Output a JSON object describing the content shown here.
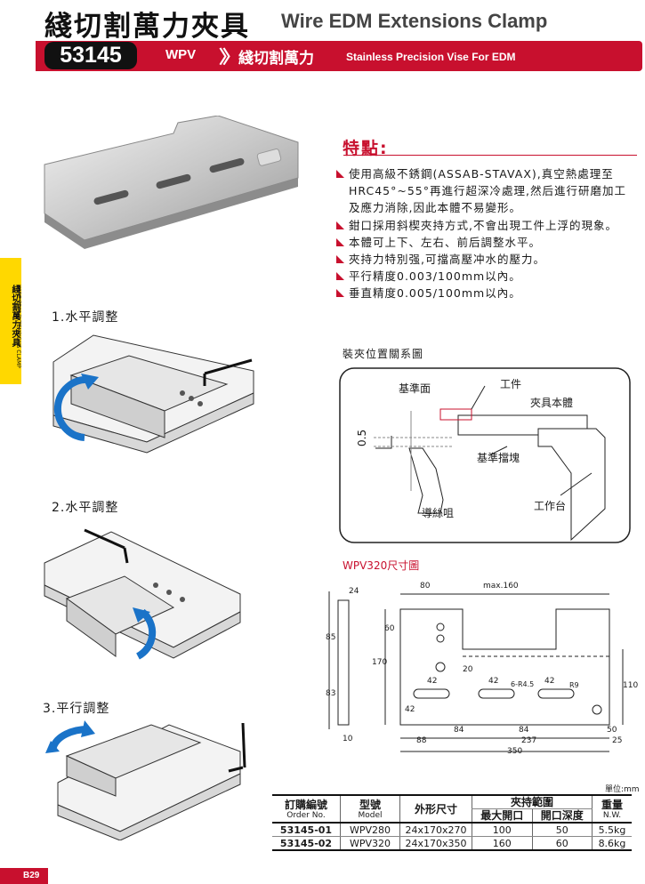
{
  "header": {
    "title_zh": "綫切割萬力夾具",
    "title_en": "Wire EDM Extensions Clamp",
    "model_number": "53145",
    "model_code": "WPV",
    "subtitle_zh": "綫切割萬力",
    "subtitle_en": "Stainless Precision Vise For EDM"
  },
  "side_tab": {
    "text_zh": "綫切割萬力夾具",
    "text_en": "WIRE EDM EXTENSIONS CLAMP"
  },
  "features": {
    "title": "特點:",
    "items": [
      "使用高級不銹鋼(ASSAB-STAVAX),真空熱處理至HRC45°~55°再進行超深冷處理,然后進行研磨加工及應力消除,因此本體不易變形。",
      "鉗口採用斜楔夾持方式,不會出現工件上浮的現象。",
      "本體可上下、左右、前后調整水平。",
      "夾持力特別强,可擋高壓冲水的壓力。",
      "平行精度0.003/100mm以內。",
      "垂直精度0.005/100mm以內。"
    ]
  },
  "steps": [
    "1.水平調整",
    "2.水平調整",
    "3.平行調整"
  ],
  "clamp_diagram": {
    "title": "裝夾位置關系圖",
    "labels": {
      "reference_surface": "基準面",
      "workpiece": "工件",
      "fixture_body": "夾具本體",
      "dimension": "0.5",
      "reference_block": "基準擋塊",
      "worktable": "工作台",
      "wire_nozzle": "導絲咀"
    }
  },
  "dimension_drawing": {
    "title": "WPV320尺寸圖",
    "dims": [
      "24",
      "80",
      "max.160",
      "60",
      "85",
      "170",
      "42",
      "42",
      "42",
      "20",
      "6-R4.5",
      "R9",
      "83",
      "42",
      "110",
      "10",
      "88",
      "84",
      "84",
      "237",
      "350",
      "50",
      "25"
    ]
  },
  "table": {
    "unit": "單位:mm",
    "headers": {
      "order_zh": "訂購編號",
      "order_en": "Order No.",
      "model_zh": "型號",
      "model_en": "Model",
      "size_zh": "外形尺寸",
      "range_zh": "夾持範圍",
      "max_open_zh": "最大開口",
      "depth_zh": "開口深度",
      "weight_zh": "重量",
      "weight_en": "N.W."
    },
    "rows": [
      {
        "order": "53145-01",
        "model": "WPV280",
        "size": "24x170x270",
        "max_open": "100",
        "depth": "50",
        "weight": "5.5kg"
      },
      {
        "order": "53145-02",
        "model": "WPV320",
        "size": "24x170x350",
        "max_open": "160",
        "depth": "60",
        "weight": "8.6kg"
      }
    ]
  },
  "page_number": "B29",
  "colors": {
    "accent": "#c8102e",
    "tab": "#ffd800",
    "arrow_blue": "#1a73c8"
  }
}
